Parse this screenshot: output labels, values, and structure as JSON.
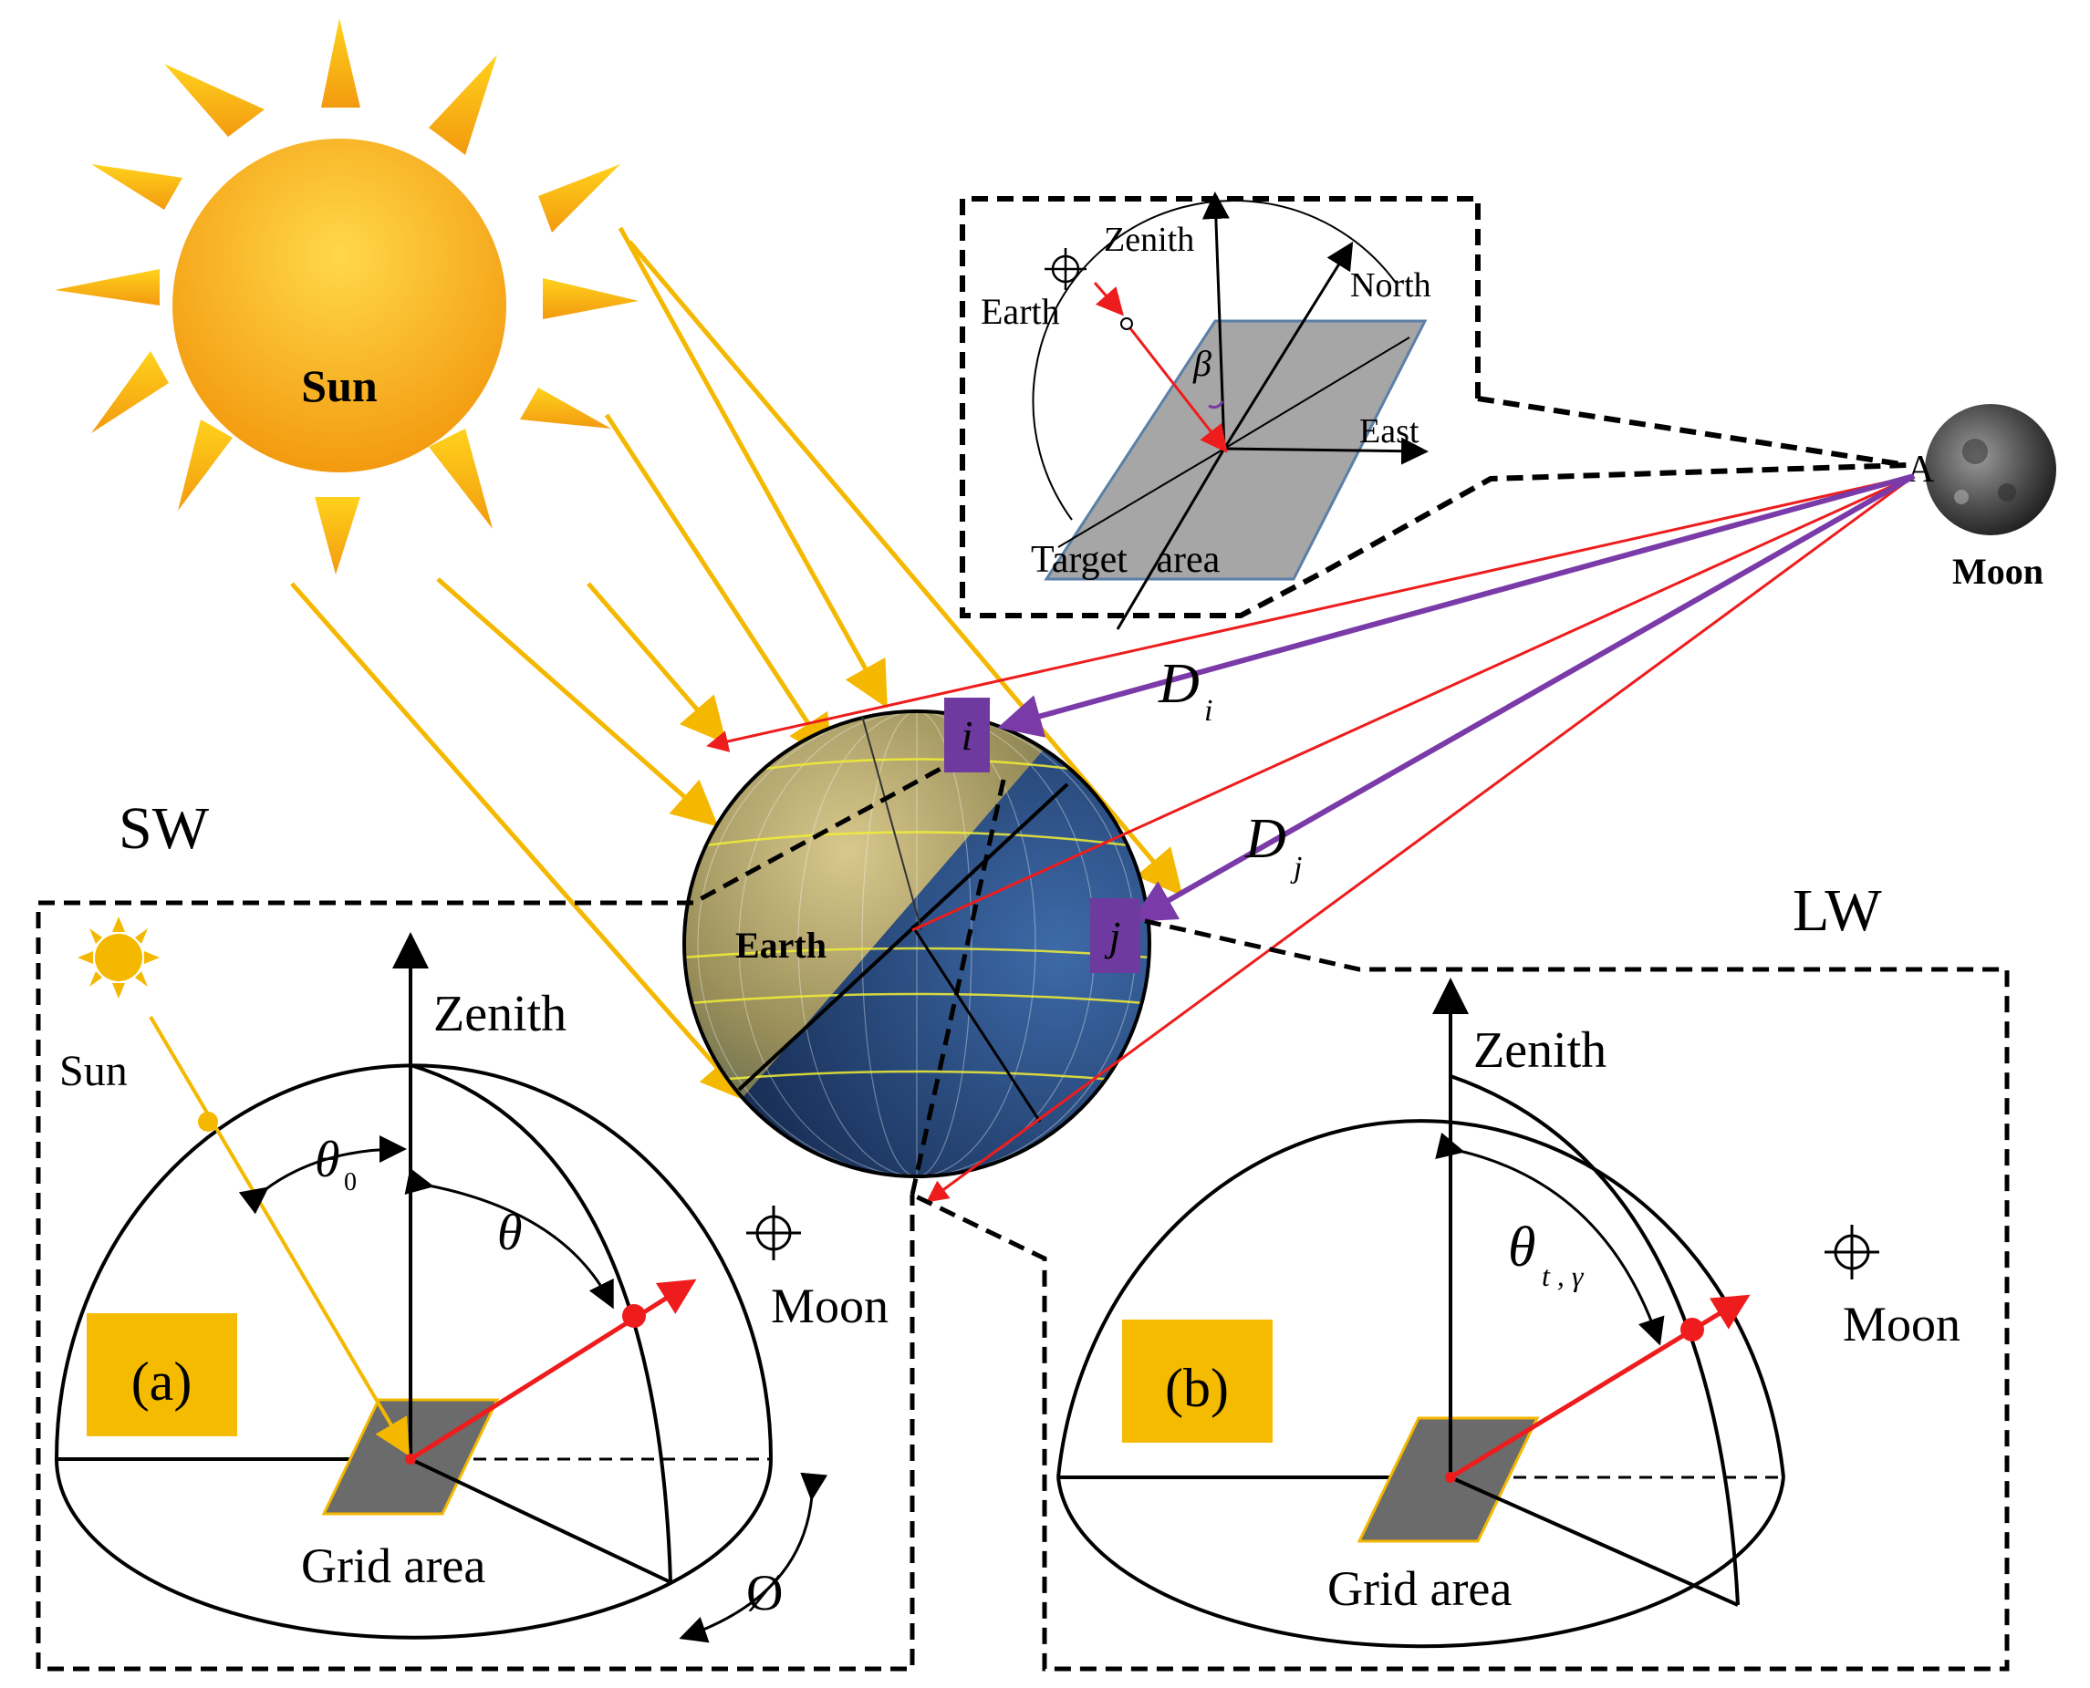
{
  "sun": {
    "label": "Sun"
  },
  "moon": {
    "label": "Moon",
    "point_label": "A"
  },
  "earth": {
    "label": "Earth",
    "point_i": "i",
    "point_j": "j"
  },
  "distances": {
    "di_main": "D",
    "di_sub": "i",
    "dj_main": "D",
    "dj_sub": "j"
  },
  "inset_moon": {
    "zenith": "Zenith",
    "north": "North",
    "east": "East",
    "earth": "Earth",
    "beta": "β",
    "target_area": "Target   area"
  },
  "panel_sw": {
    "header": "SW",
    "zenith": "Zenith",
    "sun": "Sun",
    "moon": "Moon",
    "theta0_main": "θ",
    "theta0_sub": "0",
    "theta": "θ",
    "phi": "Ø",
    "grid_area": "Grid area",
    "tag": "(a)"
  },
  "panel_lw": {
    "header": "LW",
    "zenith": "Zenith",
    "moon": "Moon",
    "theta_main": "θ",
    "theta_sub": "t , γ",
    "grid_area": "Grid area",
    "tag": "(b)"
  },
  "colors": {
    "sun_ray": "#f5b800",
    "red_ray": "#ee1c1c",
    "purple_ray": "#7a3aa8",
    "tag_fill": "#f5bb00",
    "grid_fill": "#6b6b6b",
    "inset_plane": "#a6a6a6",
    "earth_ocean": "#2a4f86",
    "earth_land": "#b9a86a"
  }
}
